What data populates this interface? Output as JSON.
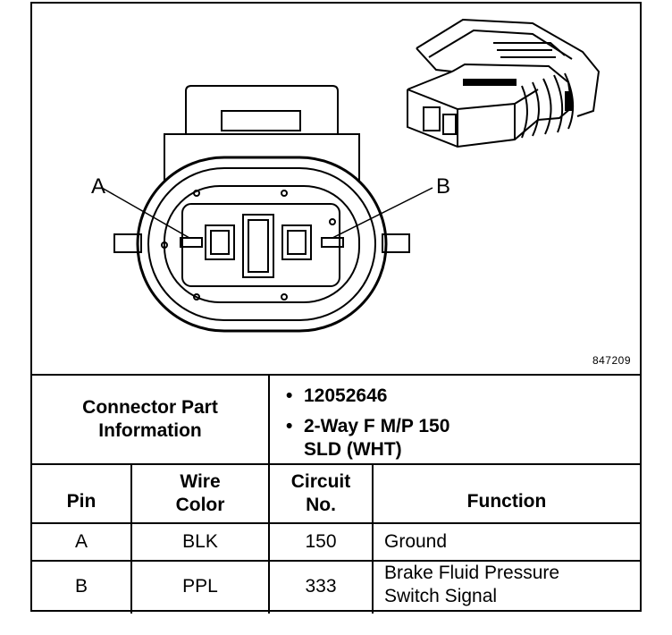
{
  "diagram": {
    "label_a": "A",
    "label_b": "B",
    "reference_number": "847209"
  },
  "connector_info": {
    "heading_line1": "Connector Part",
    "heading_line2": "Information",
    "part_number": "12052646",
    "description_line1": "2-Way F M/P 150",
    "description_line2": "SLD (WHT)"
  },
  "table": {
    "headers": {
      "pin": "Pin",
      "wire_color_line1": "Wire",
      "wire_color_line2": "Color",
      "circuit_line1": "Circuit",
      "circuit_line2": "No.",
      "function": "Function"
    },
    "rows": [
      {
        "pin": "A",
        "wire_color": "BLK",
        "circuit": "150",
        "function_line1": "Ground",
        "function_line2": ""
      },
      {
        "pin": "B",
        "wire_color": "PPL",
        "circuit": "333",
        "function_line1": "Brake Fluid Pressure",
        "function_line2": "Switch Signal"
      }
    ]
  }
}
